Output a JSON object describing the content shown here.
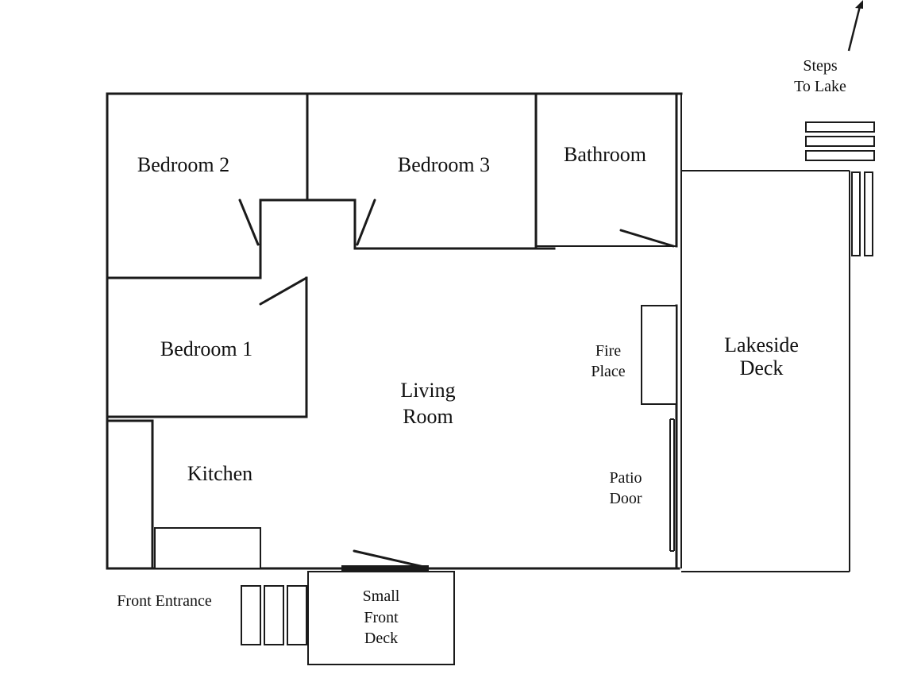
{
  "labels": {
    "bedroom_2": "Bedroom 2",
    "bedroom_3": "Bedroom 3",
    "bathroom": "Bathroom",
    "bedroom_1": "Bedroom 1",
    "living_room_line1": "Living",
    "living_room_line2": "Room",
    "kitchen": "Kitchen",
    "fire_place_line1": "Fire",
    "fire_place_line2": "Place",
    "patio_door_line1": "Patio",
    "patio_door_line2": "Door",
    "lakeside_deck_line1": "Lakeside",
    "lakeside_deck_line2": "Deck",
    "steps_to_lake_line1": "Steps",
    "steps_to_lake_line2": "To Lake",
    "front_entrance": "Front Entrance",
    "small_front_deck_line1": "Small",
    "small_front_deck_line2": "Front",
    "small_front_deck_line3": "Deck"
  },
  "icons": {
    "direction_arrow": "arrow-up-right-icon"
  },
  "colors": {
    "line": "#1a1a1a",
    "background": "#ffffff"
  }
}
